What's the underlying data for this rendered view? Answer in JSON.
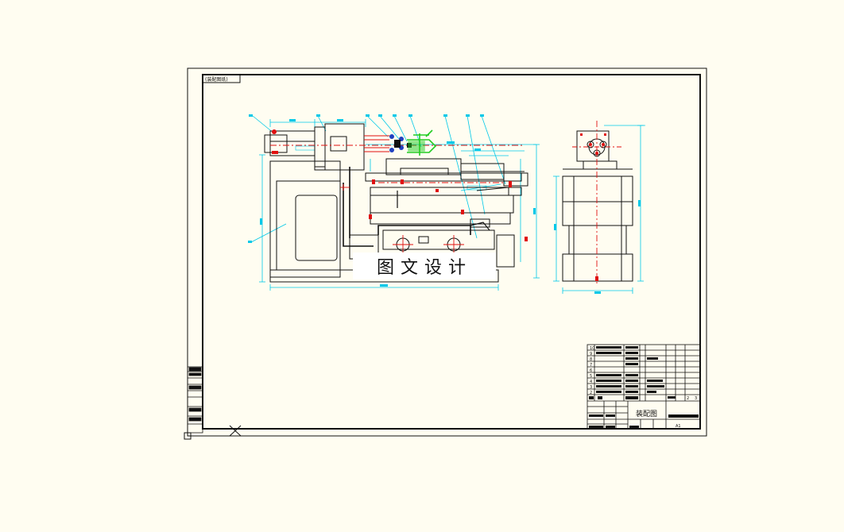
{
  "watermark": "图文设计",
  "stamp_label": "(装配图纸)",
  "title_block": {
    "drawing_name": "装配图",
    "sheet": "A1"
  },
  "colors": {
    "background": "#fffdf1",
    "outline": "#111111",
    "dimension": "#00c8e8",
    "centerline": "#e01010",
    "accent_green": "#22cc22"
  }
}
